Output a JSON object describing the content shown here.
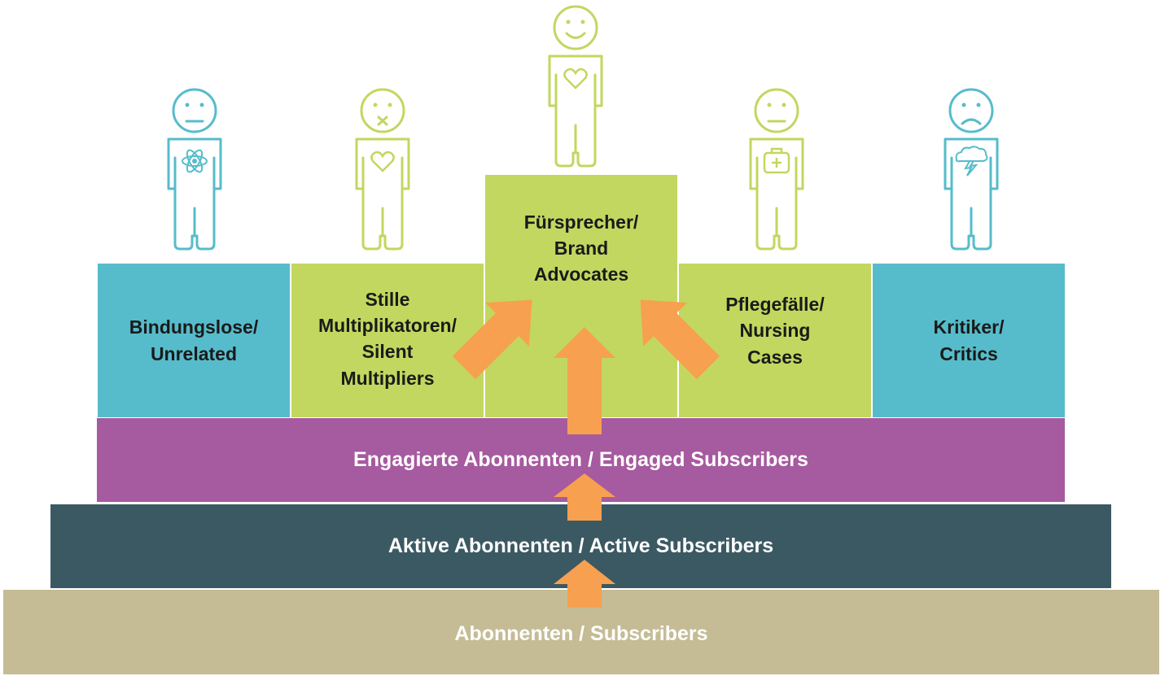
{
  "colors": {
    "teal": "#56bccb",
    "green": "#c2d75f",
    "purple": "#a65a9f",
    "dark_slate": "#3b5963",
    "khaki": "#c5bc95",
    "arrow": "#f7a04f",
    "figure_teal": "#56bccb",
    "figure_green": "#c2d75f"
  },
  "segments": {
    "unrelated": {
      "line1": "Bindungslose/",
      "line2": "Unrelated"
    },
    "silent": {
      "line1": "Stille",
      "line2": "Multiplikatoren/",
      "line3": "Silent",
      "line4": "Multipliers"
    },
    "advocates": {
      "line1": "Fürsprecher/",
      "line2": "Brand",
      "line3": "Advocates"
    },
    "nursing": {
      "line1": "Pflegefälle/",
      "line2": "Nursing",
      "line3": "Cases"
    },
    "critics": {
      "line1": "Kritiker/",
      "line2": "Critics"
    }
  },
  "tiers": {
    "engaged": "Engagierte Abonnenten / Engaged Subscribers",
    "active": "Aktive Abonnenten / Active Subscribers",
    "subscribers": "Abonnenten / Subscribers"
  },
  "figures": {
    "unrelated": {
      "face": "neutral",
      "chest": "atom-icon"
    },
    "silent": {
      "face": "mouth-x",
      "chest": "heart-icon"
    },
    "advocates": {
      "face": "smile",
      "chest": "heart-icon"
    },
    "nursing": {
      "face": "neutral",
      "chest": "first-aid-kit-icon"
    },
    "critics": {
      "face": "frown",
      "chest": "storm-cloud-icon"
    }
  }
}
